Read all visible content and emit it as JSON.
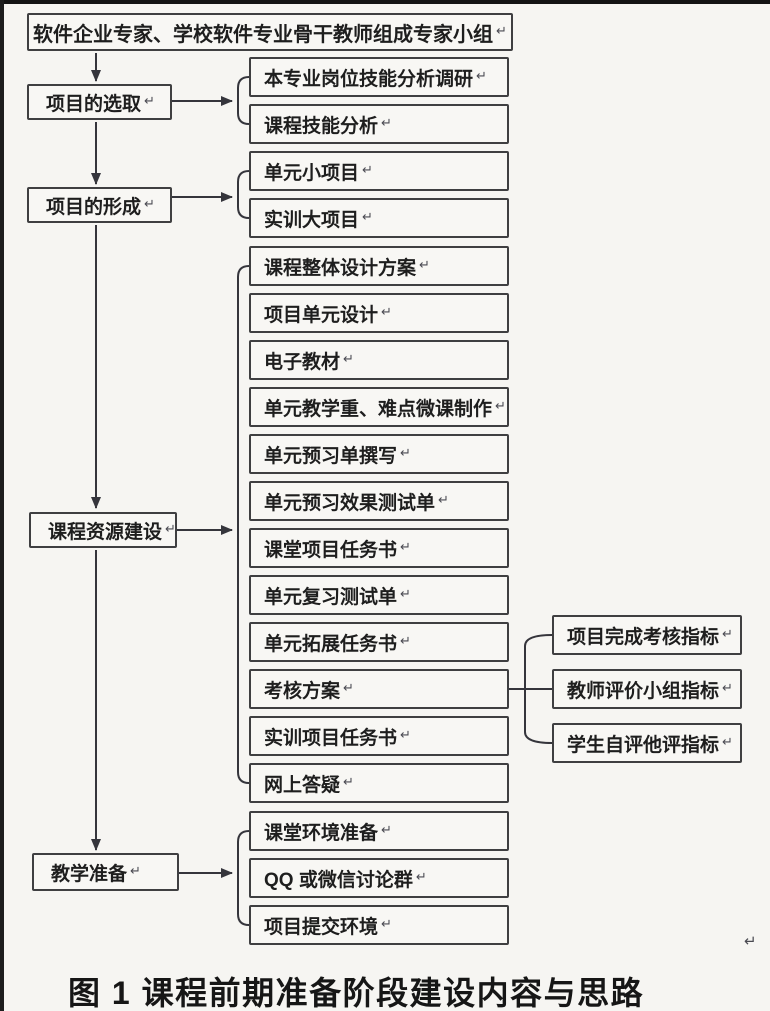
{
  "meta": {
    "return_mark": "↵",
    "colors": {
      "background": "#f6f5f2",
      "box_border": "#3f3f41",
      "line": "#35353c",
      "text": "#1e1e1e",
      "scan_edge": "#141414"
    }
  },
  "flowchart": {
    "top_box": {
      "label": "软件企业专家、学校软件专业骨干教师组成专家小组"
    },
    "stages": [
      {
        "label": "项目的选取",
        "outputs": [
          "本专业岗位技能分析调研",
          "课程技能分析"
        ]
      },
      {
        "label": "项目的形成",
        "outputs": [
          "单元小项目",
          "实训大项目"
        ]
      },
      {
        "label": "课程资源建设",
        "outputs": [
          "课程整体设计方案",
          "项目单元设计",
          "电子教材",
          "单元教学重、难点微课制作",
          "单元预习单撰写",
          "单元预习效果测试单",
          "课堂项目任务书",
          "单元复习测试单",
          "单元拓展任务书",
          "考核方案",
          "实训项目任务书",
          "网上答疑"
        ]
      },
      {
        "label": "教学准备",
        "outputs": [
          "课堂环境准备",
          "QQ 或微信讨论群",
          "项目提交环境"
        ]
      }
    ],
    "assessment_indicators": {
      "parent": "考核方案",
      "items": [
        "项目完成考核指标",
        "教师评价小组指标",
        "学生自评他评指标"
      ]
    }
  },
  "caption": {
    "text": "图 1 课程前期准备阶段建设内容与思路"
  }
}
